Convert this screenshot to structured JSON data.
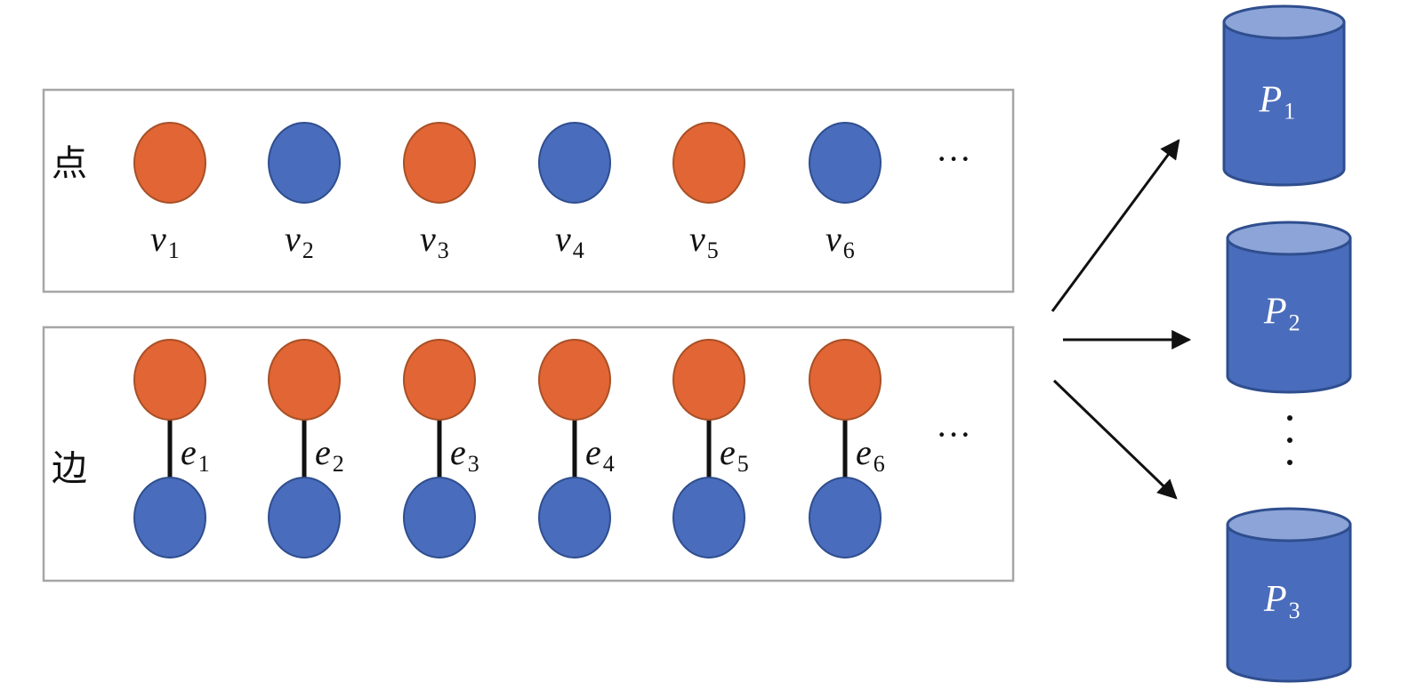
{
  "colors": {
    "orange": "#E26535",
    "orange_stroke": "#A85026",
    "blue": "#4A6CBC",
    "blue_stroke": "#2F4E8E",
    "cyl_top": "#8CA4D8",
    "box_stroke": "#A6A6A6"
  },
  "vertex_panel": {
    "title": "点",
    "ellipsis": "···",
    "nodes": [
      {
        "name": "v",
        "sub": "1",
        "color": "orange"
      },
      {
        "name": "v",
        "sub": "2",
        "color": "blue"
      },
      {
        "name": "v",
        "sub": "3",
        "color": "orange"
      },
      {
        "name": "v",
        "sub": "4",
        "color": "blue"
      },
      {
        "name": "v",
        "sub": "5",
        "color": "orange"
      },
      {
        "name": "v",
        "sub": "6",
        "color": "blue"
      }
    ]
  },
  "edge_panel": {
    "title": "边",
    "ellipsis": "···",
    "edges": [
      {
        "name": "e",
        "sub": "1"
      },
      {
        "name": "e",
        "sub": "2"
      },
      {
        "name": "e",
        "sub": "3"
      },
      {
        "name": "e",
        "sub": "4"
      },
      {
        "name": "e",
        "sub": "5"
      },
      {
        "name": "e",
        "sub": "6"
      }
    ]
  },
  "partitions": [
    {
      "name": "P",
      "sub": "1"
    },
    {
      "name": "P",
      "sub": "2"
    },
    {
      "name": "P",
      "sub": "3"
    }
  ],
  "partition_ellipsis": "⋮"
}
